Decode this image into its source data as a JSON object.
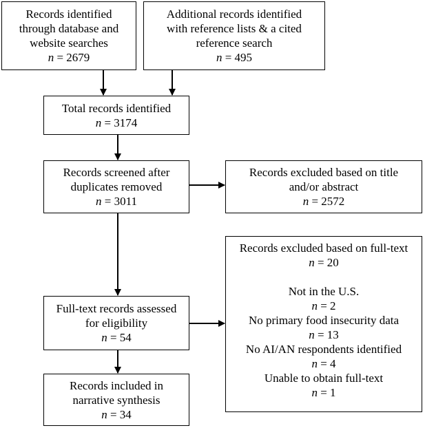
{
  "boxes": {
    "database_search": {
      "lines": [
        "Records identified",
        "through database and",
        "website searches"
      ],
      "n_label": "n",
      "n_value": "= 2679"
    },
    "additional_records": {
      "lines": [
        "Additional records identified",
        "with reference lists & a cited",
        "reference search"
      ],
      "n_label": "n",
      "n_value": "= 495"
    },
    "total_identified": {
      "lines": [
        "Total records identified"
      ],
      "n_label": "n",
      "n_value": "= 3174"
    },
    "screened": {
      "lines": [
        "Records screened after",
        "duplicates removed"
      ],
      "n_label": "n",
      "n_value": "= 3011"
    },
    "excluded_title": {
      "lines": [
        "Records excluded based on title",
        "and/or abstract"
      ],
      "n_label": "n",
      "n_value": "= 2572"
    },
    "fulltext_assessed": {
      "lines": [
        "Full-text records assessed",
        "for eligibility"
      ],
      "n_label": "n",
      "n_value": "= 54"
    },
    "included": {
      "lines": [
        "Records included in",
        "narrative synthesis"
      ],
      "n_label": "n",
      "n_value": "= 34"
    },
    "excluded_fulltext": {
      "header": "Records excluded based on full-text",
      "n_label": "n",
      "n_value": "= 20",
      "reasons": [
        {
          "label": "Not in the U.S.",
          "n_label": "n",
          "n_value": "= 2"
        },
        {
          "label": "No primary food insecurity data",
          "n_label": "n",
          "n_value": "= 13"
        },
        {
          "label": "No AI/AN respondents identified",
          "n_label": "n",
          "n_value": "= 4"
        },
        {
          "label": "Unable to obtain full-text",
          "n_label": "n",
          "n_value": "= 1"
        }
      ]
    }
  }
}
